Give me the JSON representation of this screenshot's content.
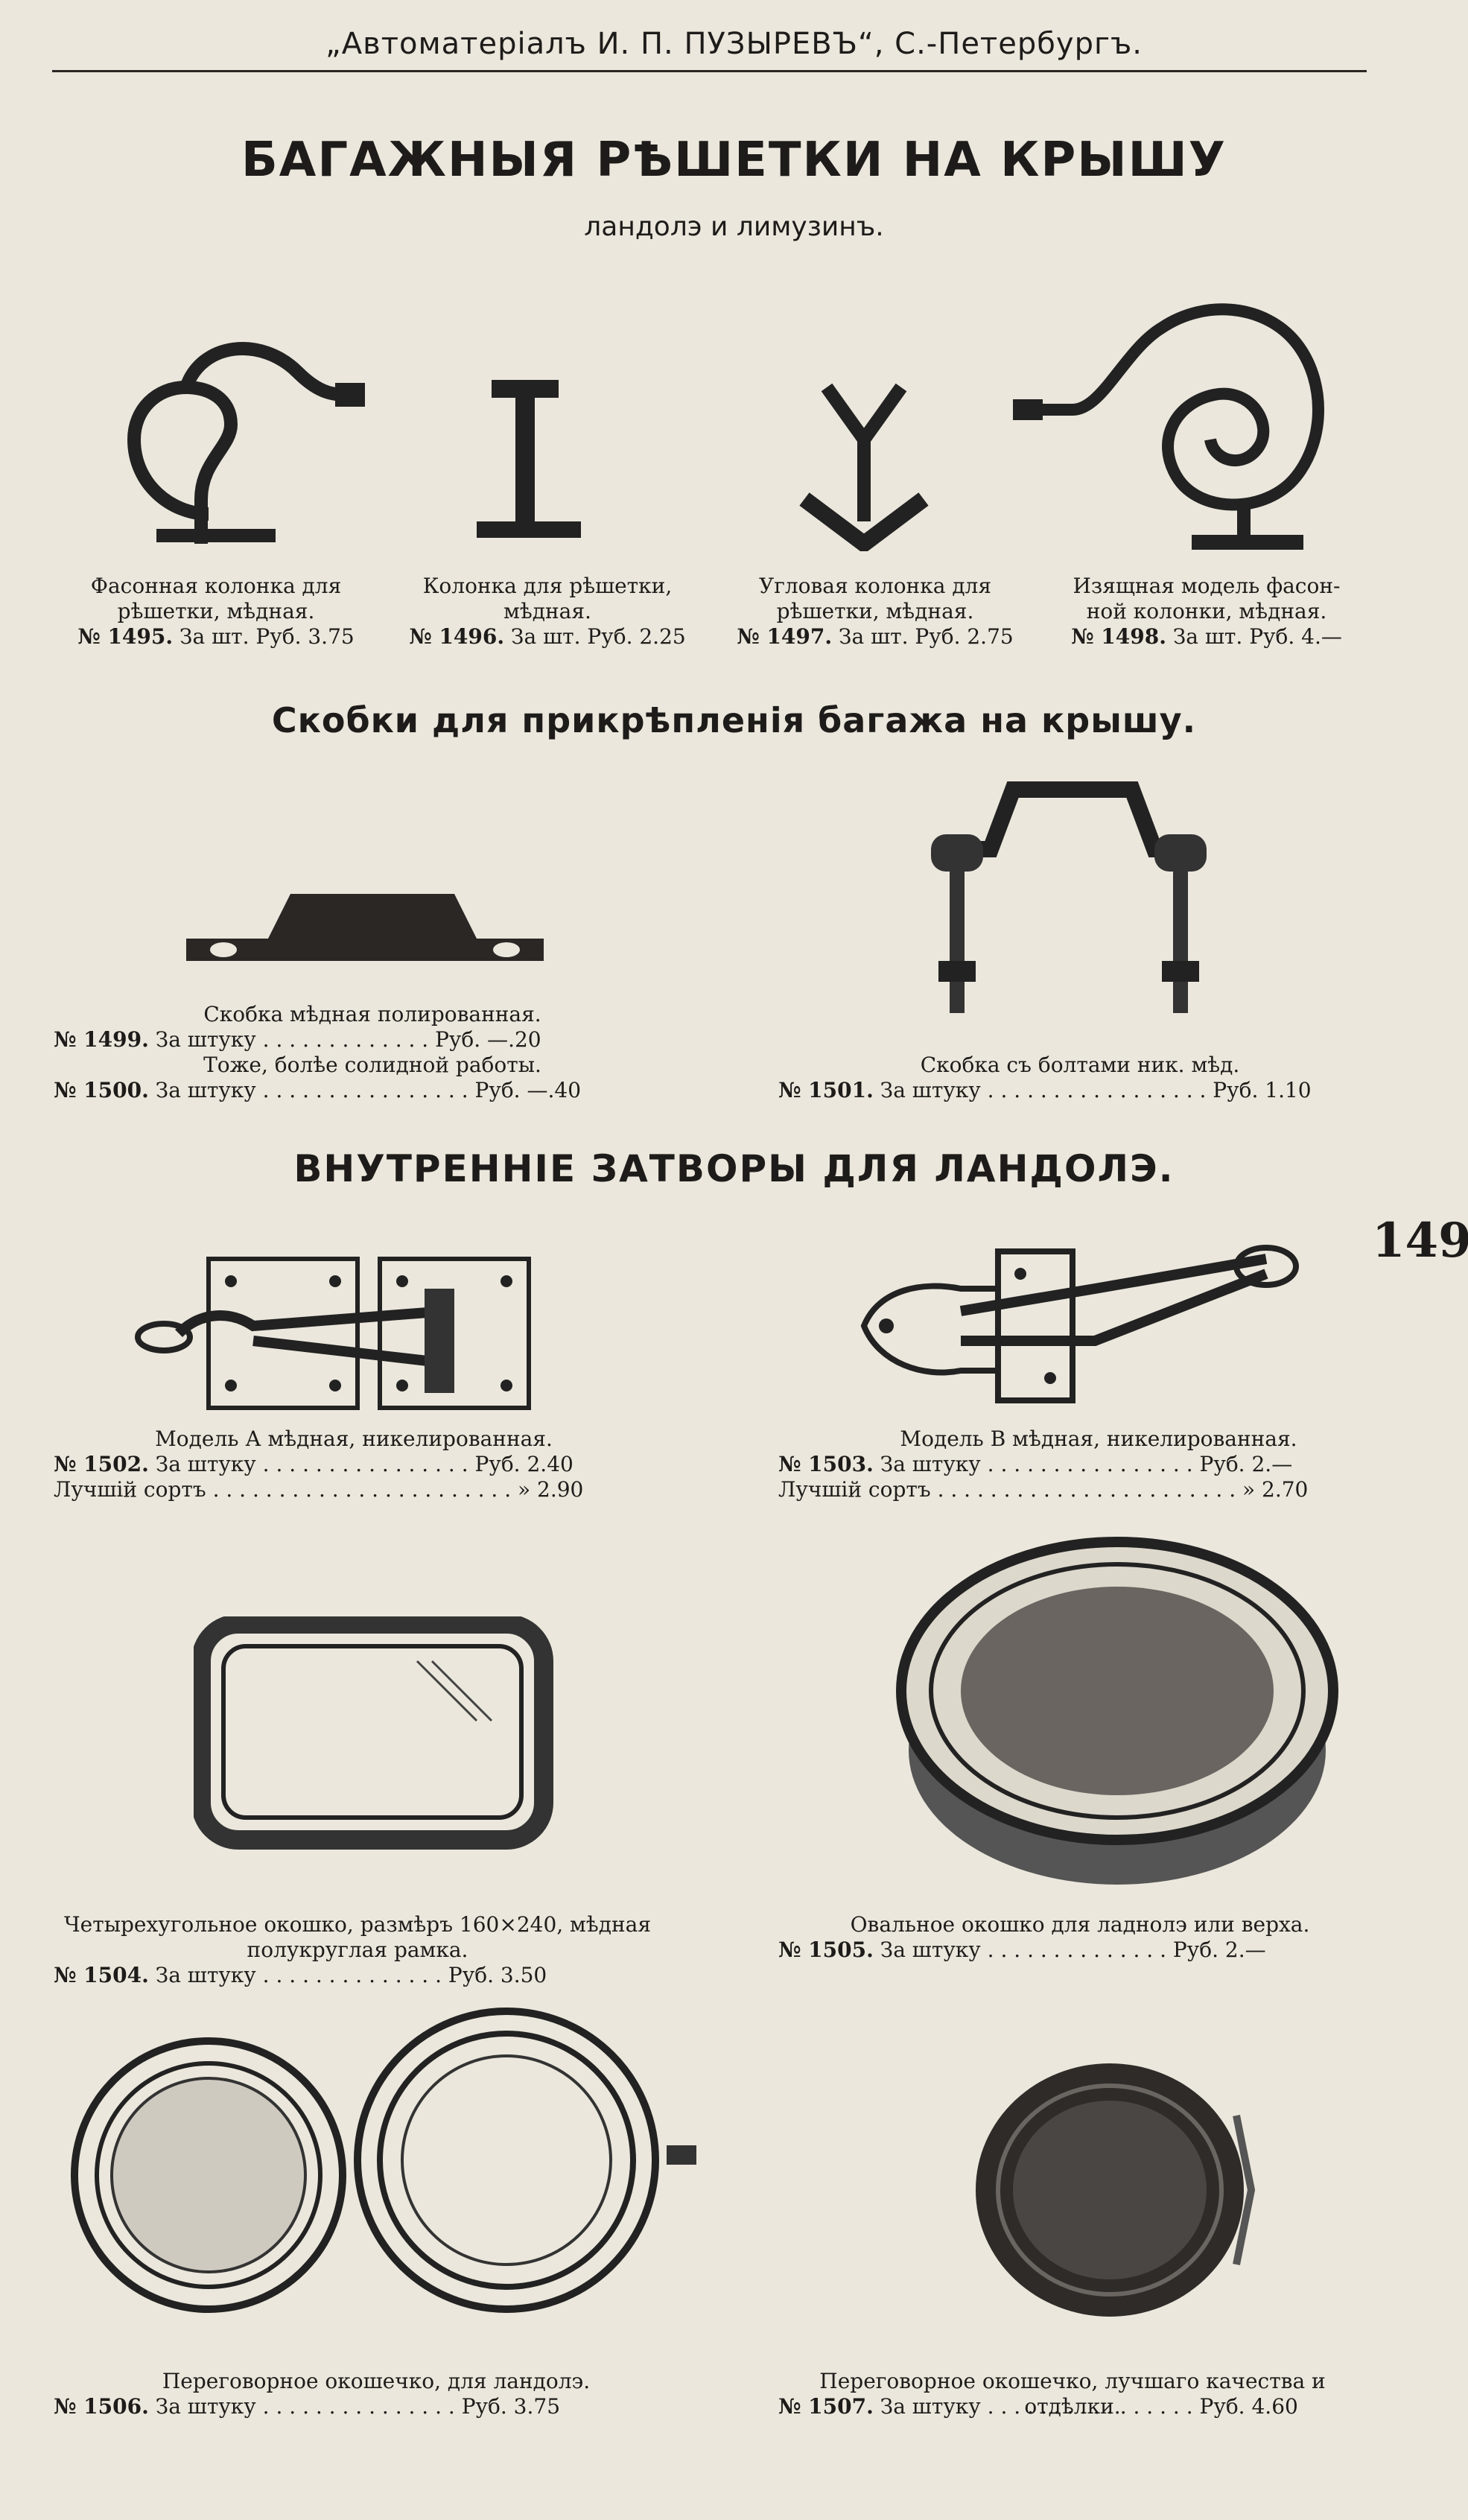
{
  "header": "„Автоматеріалъ И. П. ПУЗЫРЕВЪ“, С.-Петербургъ.",
  "section1": {
    "title": "БАГАЖНЫЯ РѢШЕТКИ НА КРЫШУ",
    "subtitle": "ландолэ и лимузинъ.",
    "items": [
      {
        "line1": "Фасонная колонка для",
        "line2": "рѣшетки, мѣдная.",
        "no": "№ 1495.",
        "price": "За шт. Руб. 3.75"
      },
      {
        "line1": "Колонка для рѣшетки,",
        "line2": "мѣдная.",
        "no": "№ 1496.",
        "price": "За шт. Руб. 2.25"
      },
      {
        "line1": "Угловая колонка для",
        "line2": "рѣшетки, мѣдная.",
        "no": "№ 1497.",
        "price": "За шт. Руб. 2.75"
      },
      {
        "line1": "Изящная модель фасон-",
        "line2": "ной колонки, мѣдная.",
        "no": "№ 1498.",
        "price": "За шт. Руб. 4.—"
      }
    ]
  },
  "section2": {
    "title": "Скобки для прикрѣпленія багажа на крышу.",
    "item1499": {
      "caption": "Скобка мѣдная полированная.",
      "no": "№ 1499.",
      "desc": "За штуку",
      "dots": " . . . . . . . . . . . . . ",
      "price": "Руб. —.20"
    },
    "item1500": {
      "caption": "Тоже, болѣе солидной работы.",
      "no": "№ 1500.",
      "desc": "За штуку",
      "dots": " . . . . . . . . . . . . . . . . ",
      "price": "Руб. —.40"
    },
    "item1501": {
      "caption": "Скобка съ болтами ник. мѣд.",
      "no": "№ 1501.",
      "desc": "За штуку",
      "dots": " . . . . . . . . . . . . . . . . . ",
      "price": "Руб.  1.10"
    }
  },
  "section3": {
    "title": "ВНУТРЕННІЕ ЗАТВОРЫ ДЛЯ ЛАНДОЛЭ.",
    "item1502": {
      "caption": "Модель А мѣдная, никелированная.",
      "no": "№ 1502.",
      "desc": "За штуку",
      "dots": " . . . . . . . . . . . . . . . . ",
      "price": "Руб. 2.40",
      "best": "Лучшій сортъ",
      "best_dots": " . . . . . . . . . . . . . . . . . . . . . . . ",
      "best_price": "»  2.90"
    },
    "item1503": {
      "caption": "Модель В мѣдная, никелированная.",
      "no": "№ 1503.",
      "desc": "За штуку",
      "dots": " . . . . . . . . . . . . . . . . ",
      "price": "Руб. 2.—",
      "best": "Лучшій сортъ",
      "best_dots": " . . . . . . . . . . . . . . . . . . . . . . . ",
      "best_price": "»  2.70"
    }
  },
  "section4": {
    "item1504": {
      "caption1": "Четырехугольное окошко, размѣръ 160×240, мѣдная",
      "caption2": "полукруглая рамка.",
      "no": "№ 1504.",
      "desc": "За штуку",
      "dots": " . . . . . . . . . . . . . . ",
      "price": "Руб. 3.50"
    },
    "item1505": {
      "caption": "Овальное окошко для ладнолэ или верха.",
      "no": "№ 1505.",
      "desc": "За штуку",
      "dots": " . . . . . . . . . . . . . . ",
      "price": "Руб. 2.—"
    },
    "item1506": {
      "caption": "Переговорное окошечко, для ландолэ.",
      "no": "№ 1506.",
      "desc": "За штуку",
      "dots": " . . . . . . . . . . . . . . . ",
      "price": "Руб. 3.75"
    },
    "item1507": {
      "caption": "Переговорное окошечко, лучшаго качества и отдѣлки.",
      "no": "№ 1507.",
      "desc": "За штуку",
      "dots": " . . . . . . . . . . . . . . . . ",
      "price": "Руб. 4.60"
    }
  },
  "page_number": "149"
}
